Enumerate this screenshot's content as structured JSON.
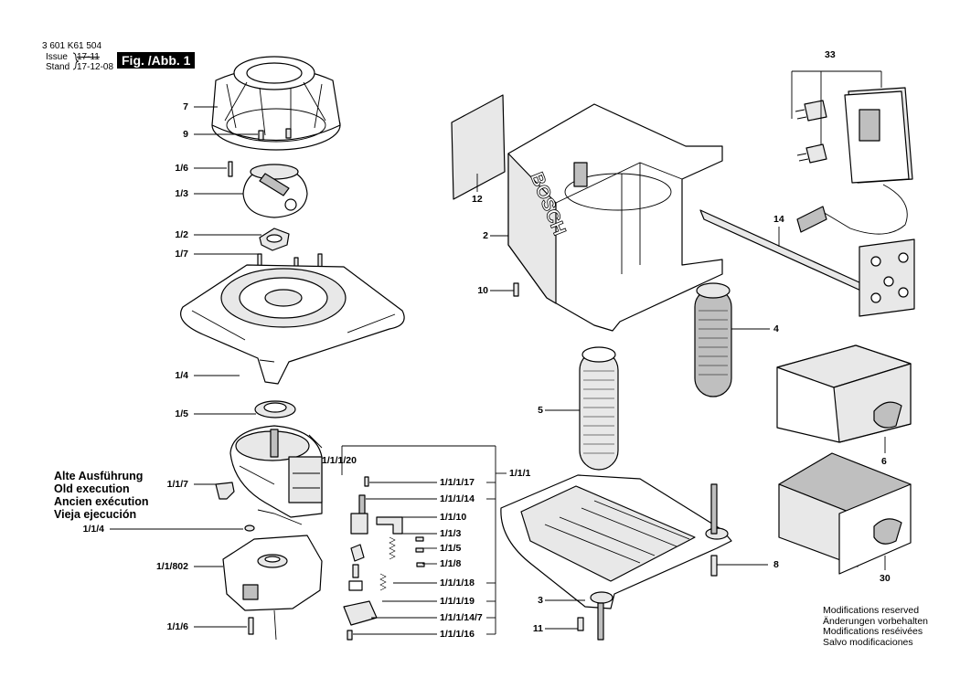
{
  "header": {
    "part_number": "3 601 K61 504",
    "issue_label": "Issue",
    "issue_date": "17-11",
    "stand_label": "Stand",
    "stand_date": "17-12-08",
    "figure_label": "Fig. /Abb. 1"
  },
  "legacy_note": {
    "line1": "Alte Ausführung",
    "line2": "Old execution",
    "line3": "Ancien exécution",
    "line4": "Vieja ejecución"
  },
  "modifications_note": {
    "line1": "Modifications reserved",
    "line2": "Änderungen vorbehalten",
    "line3": "Modifications reséivées",
    "line4": "Salvo modificaciones"
  },
  "labels": {
    "l7": "7",
    "l9": "9",
    "l1_6": "1/6",
    "l1_3": "1/3",
    "l1_2": "1/2",
    "l1_7": "1/7",
    "l1_4": "1/4",
    "l1_5": "1/5",
    "l1_1_7": "1/1/7",
    "l1_1_4": "1/1/4",
    "l1_1_802": "1/1/802",
    "l1_1_6": "1/1/6",
    "l1_1_1_20": "1/1/1/20",
    "l1_1_1_17": "1/1/1/17",
    "l1_1_1": "1/1/1",
    "l1_1_1_14": "1/1/1/14",
    "l1_1_10": "1/1/10",
    "l1_1_3": "1/1/3",
    "l1_1_5": "1/1/5",
    "l1_1_8": "1/1/8",
    "l1_1_1_18": "1/1/1/18",
    "l1_1_1_19": "1/1/1/19",
    "l1_1_1_14_7": "1/1/1/14/7",
    "l1_1_1_16": "1/1/1/16",
    "l12": "12",
    "l2": "2",
    "l10": "10",
    "l5": "5",
    "l4": "4",
    "l3": "3",
    "l11": "11",
    "l8": "8",
    "l33": "33",
    "l14": "14",
    "l6": "6",
    "l30": "30"
  },
  "housing_brand": "BOSCH"
}
